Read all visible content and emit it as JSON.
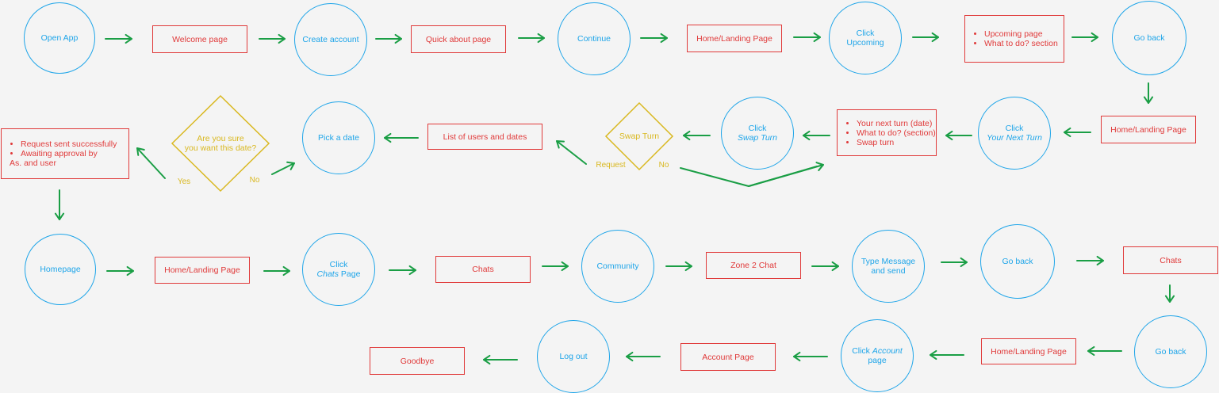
{
  "row1": {
    "open_app": "Open App",
    "welcome_page": "Welcome page",
    "create_account": "Create account",
    "quick_about_page": "Quick about page",
    "continue": "Continue",
    "home_landing_1": "Home/Landing Page",
    "click_upcoming": [
      "Click",
      "Upcoming"
    ],
    "upcoming_box": [
      "Upcoming page",
      "What to do? section"
    ],
    "go_back_1": "Go back"
  },
  "row2": {
    "home_landing_2": "Home/Landing Page",
    "click_your_next_turn": [
      "Click",
      "Your Next Turn"
    ],
    "next_turn_box": [
      "Your next turn (date)",
      "What to do? (section)",
      "Swap turn"
    ],
    "click_swap_turn": [
      "Click",
      "Swap Turn"
    ],
    "swap_turn_decision": "Swap Turn",
    "request_label": "Request",
    "no_label_1": "No",
    "list_users_dates": "List of users and dates",
    "pick_a_date": "Pick a date",
    "confirm_decision": [
      "Are you sure",
      "you want this date?"
    ],
    "yes_label": "Yes",
    "no_label_2": "No",
    "request_box": [
      "Request sent successfully",
      "Awaiting approval by",
      "As. and user"
    ]
  },
  "row3": {
    "homepage": "Homepage",
    "home_landing_3": "Home/Landing Page",
    "click_chats": [
      "Click",
      "Chats",
      "Page"
    ],
    "chats_1": "Chats",
    "community": "Community",
    "zone2_chat": "Zone 2 Chat",
    "type_message": [
      "Type Message",
      "and send"
    ],
    "go_back_2": "Go back",
    "chats_2": "Chats"
  },
  "row4": {
    "go_back_3": "Go back",
    "home_landing_4": "Home/Landing Page",
    "click_account": [
      "Click",
      "Account",
      "page"
    ],
    "account_page": "Account Page",
    "log_out": "Log out",
    "goodbye": "Goodbye"
  },
  "colors": {
    "circle": "#1ea5e9",
    "rect": "#e03a3a",
    "decision": "#d9b820",
    "arrow": "#1a9e45",
    "background": "#f4f4f4"
  }
}
